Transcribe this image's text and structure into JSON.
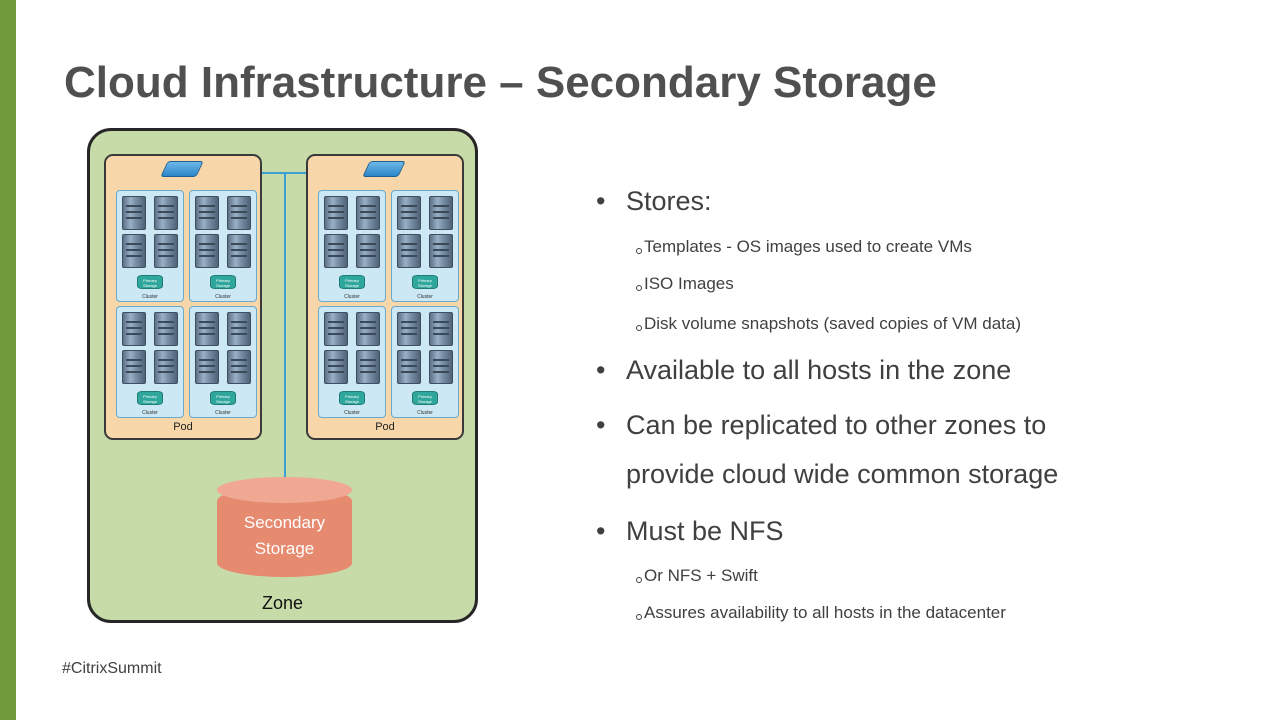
{
  "slide": {
    "title": "Cloud Infrastructure – Secondary Storage",
    "footer": "#CitrixSummit",
    "accent_color": "#6f9b3c"
  },
  "diagram": {
    "zone_label": "Zone",
    "pod_label": "Pod",
    "cluster_label": "Cluster",
    "primary_storage_label": "Primary Storage",
    "secondary_storage_label": "Secondary Storage"
  },
  "bullets": [
    {
      "text": "Stores:",
      "sub": [
        "Templates - OS images used to create VMs",
        "ISO Images",
        "Disk volume snapshots (saved copies of VM data)"
      ]
    },
    {
      "text": "Available to all hosts in the zone",
      "sub": []
    },
    {
      "text": "Can be replicated to other zones to",
      "cont": "provide cloud wide common storage",
      "sub": []
    },
    {
      "text": "Must be NFS",
      "sub": [
        "Or NFS + Swift",
        "Assures availability to all hosts in the datacenter"
      ]
    }
  ]
}
